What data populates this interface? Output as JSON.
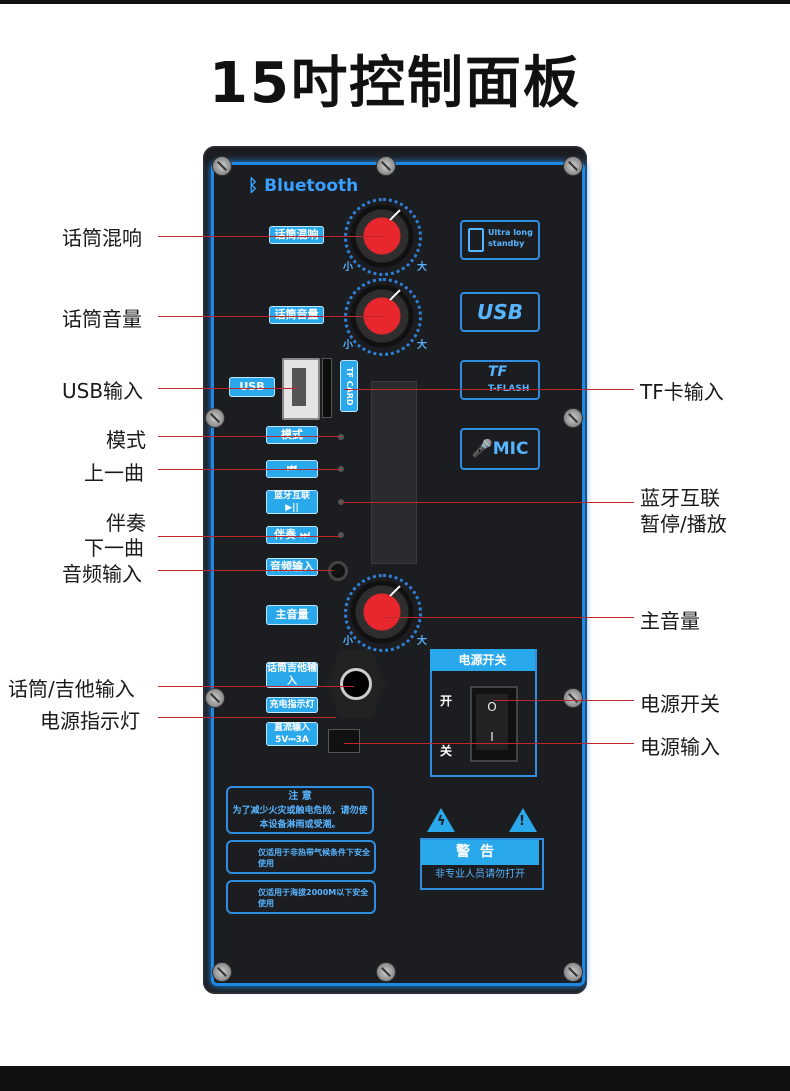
{
  "title": "15吋控制面板",
  "brand": "Bluetooth",
  "panel": {
    "mic_reverb_btn": "话筒混响",
    "mic_volume_btn": "话筒音量",
    "usb_btn": "USB",
    "tf_card": "TF CARD",
    "mode_btn": "模式",
    "prev_btn": "⏮",
    "bt_play_btn": "蓝牙互联 ▶||",
    "next_btn": "伴奏 ⏭",
    "audio_in_btn": "音频输入",
    "main_vol_btn": "主音量",
    "mic_guitar_btn": "话筒吉他输入",
    "power_led_btn": "充电指示灯",
    "dc_in_btn": "直流输入 5V⎓3A",
    "knob_min": "小",
    "knob_max": "大",
    "battery_icon_text": "Ultra long standby",
    "usb_icon_text": "USB",
    "tf_icon_text": "T-FLASH",
    "mic_icon_text": "MIC",
    "power_title": "电源开关",
    "power_on": "开",
    "power_off": "关",
    "power_o": "O",
    "power_i": "I",
    "notice_title": "注 意",
    "notice_text": "为了减少火灾或触电危险，请勿使本设备淋雨或受潮。",
    "notice2": "仅适用于非热带气候条件下安全使用",
    "notice3": "仅适用于海拔2000M以下安全使用",
    "warn_title": "警告",
    "warn_sub": "非专业人员请勿打开"
  },
  "labels": {
    "mic_reverb": "话筒混响",
    "mic_volume": "话筒音量",
    "usb_in": "USB输入",
    "mode": "模式",
    "prev": "上一曲",
    "accomp": "伴奏",
    "next": "下一曲",
    "audio_in": "音频输入",
    "mic_guitar_in": "话筒/吉他输入",
    "power_led": "电源指示灯",
    "tf_in": "TF卡输入",
    "bt_link": "蓝牙互联",
    "pause_play": "暂停/播放",
    "main_vol": "主音量",
    "power_switch": "电源开关",
    "power_in": "电源输入"
  }
}
